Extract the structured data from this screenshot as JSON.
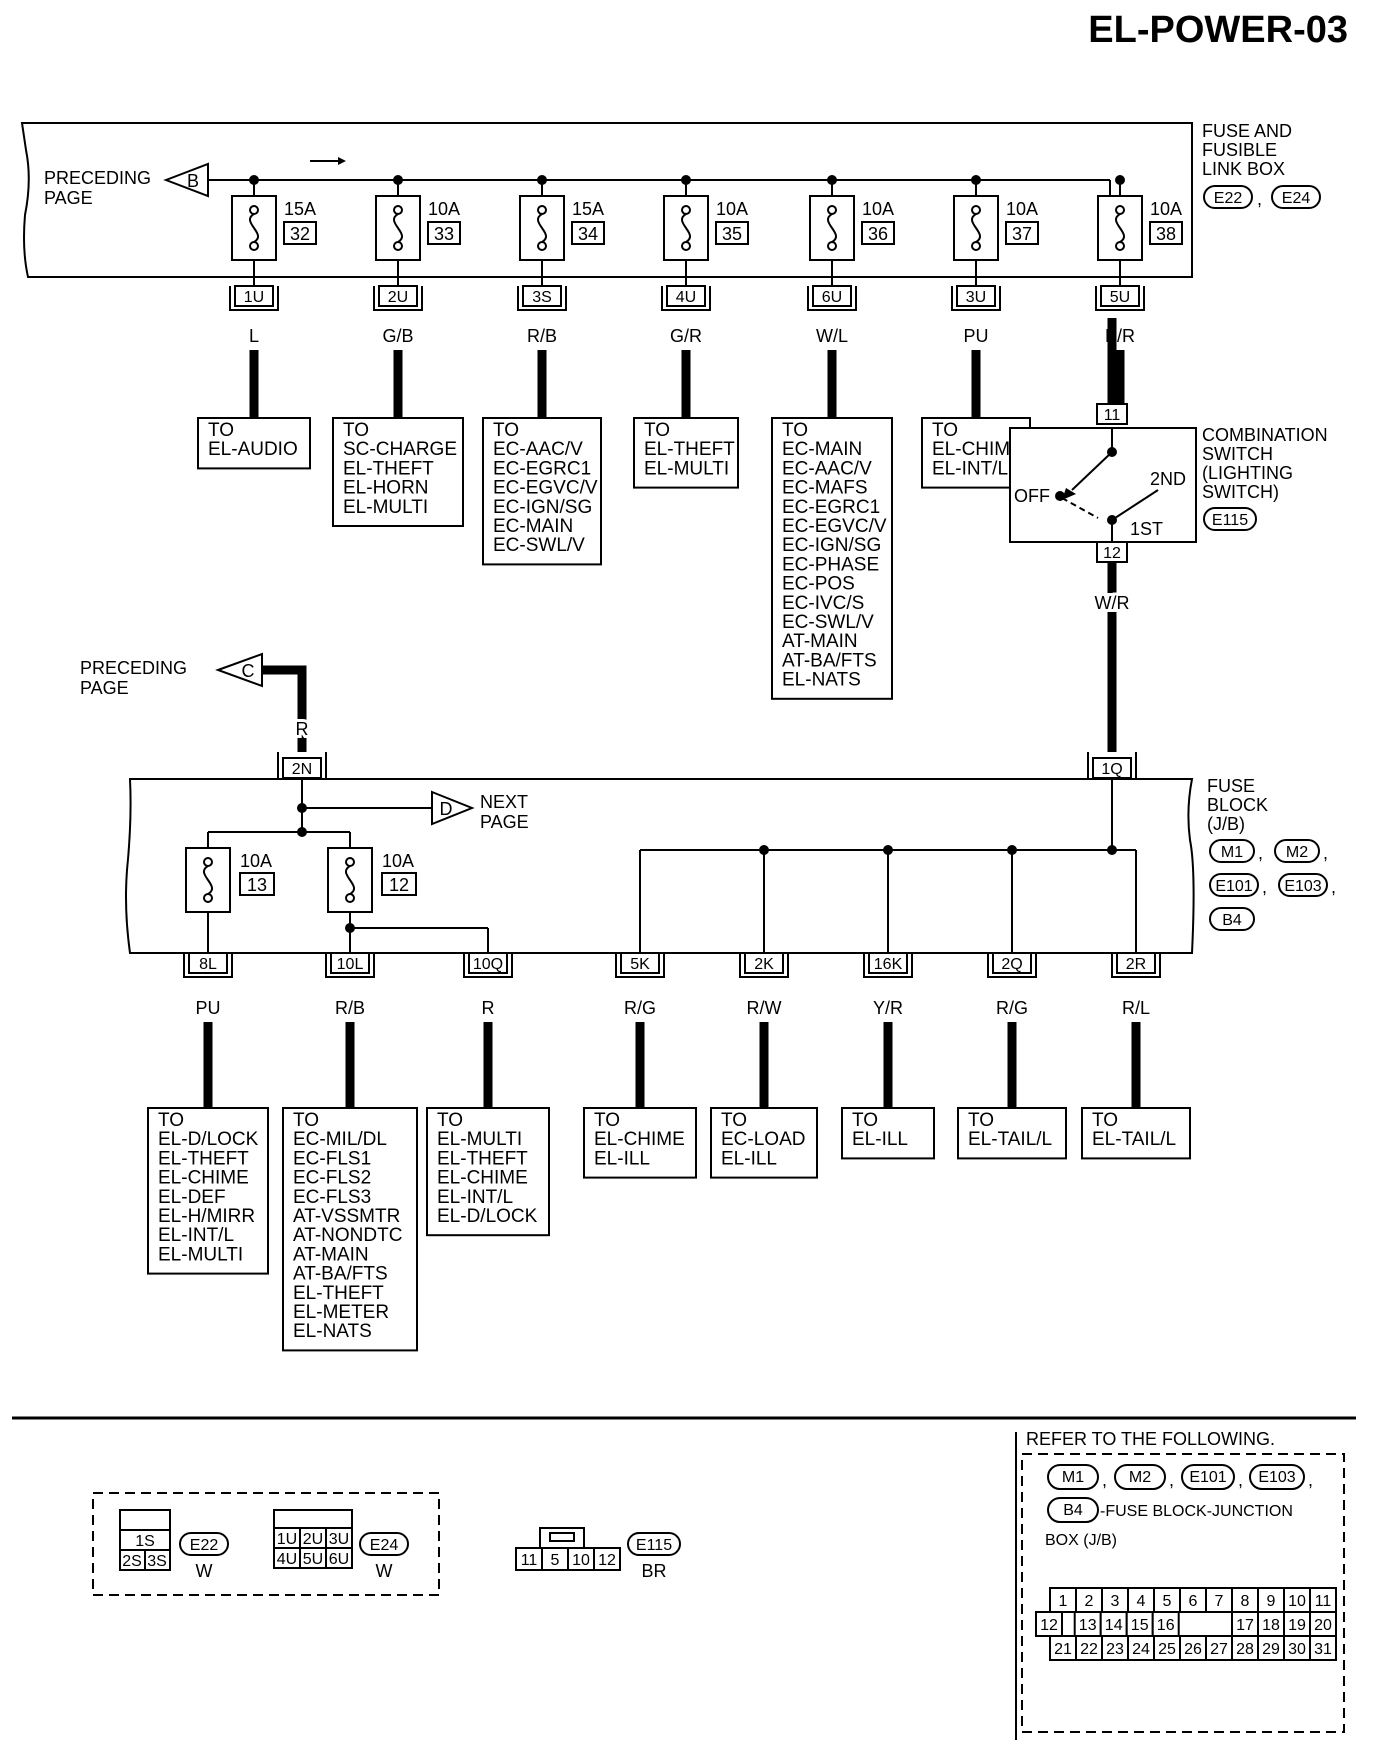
{
  "page_code": "EL-POWER-03",
  "fuse_link_box": {
    "label_lines": [
      "FUSE AND",
      "FUSIBLE",
      "LINK BOX"
    ],
    "connectors": [
      "E22",
      "E24"
    ],
    "preceding": [
      "PRECEDING",
      "PAGE"
    ],
    "preceding_marker": "B",
    "fuses": [
      {
        "amp": "15A",
        "num": "32",
        "conn": "1U",
        "wire": "L",
        "dest": [
          "TO",
          "EL-AUDIO"
        ]
      },
      {
        "amp": "10A",
        "num": "33",
        "conn": "2U",
        "wire": "G/B",
        "dest": [
          "TO",
          "SC-CHARGE",
          "EL-THEFT",
          "EL-HORN",
          "EL-MULTI"
        ]
      },
      {
        "amp": "15A",
        "num": "34",
        "conn": "3S",
        "wire": "R/B",
        "dest": [
          "TO",
          "EC-AAC/V",
          "EC-EGRC1",
          "EC-EGVC/V",
          "EC-IGN/SG",
          "EC-MAIN",
          "EC-SWL/V"
        ]
      },
      {
        "amp": "10A",
        "num": "35",
        "conn": "4U",
        "wire": "G/R",
        "dest": [
          "TO",
          "EL-THEFT",
          "EL-MULTI"
        ]
      },
      {
        "amp": "10A",
        "num": "36",
        "conn": "6U",
        "wire": "W/L",
        "dest": [
          "TO",
          "EC-MAIN",
          "EC-AAC/V",
          "EC-MAFS",
          "EC-EGRC1",
          "EC-EGVC/V",
          "EC-IGN/SG",
          "EC-PHASE",
          "EC-POS",
          "EC-IVC/S",
          "EC-SWL/V",
          "AT-MAIN",
          "AT-BA/FTS",
          "EL-NATS"
        ]
      },
      {
        "amp": "10A",
        "num": "37",
        "conn": "3U",
        "wire": "PU",
        "dest": [
          "TO",
          "EL-CHIME",
          "EL-INT/L"
        ]
      },
      {
        "amp": "10A",
        "num": "38",
        "conn": "5U",
        "wire": "B/R",
        "dest": []
      }
    ]
  },
  "combination_switch": {
    "label_lines": [
      "COMBINATION",
      "SWITCH",
      "(LIGHTING",
      "SWITCH)"
    ],
    "connector": "E115",
    "pin_top": "11",
    "pin_bottom": "12",
    "pos_off": "OFF",
    "pos_1st": "1ST",
    "pos_2nd": "2ND",
    "wire_out": "W/R"
  },
  "fuse_block": {
    "label_lines": [
      "FUSE",
      "BLOCK",
      "(J/B)"
    ],
    "connectors": [
      "M1",
      "M2",
      "E101",
      "E103",
      "B4"
    ],
    "preceding": [
      "PRECEDING",
      "PAGE"
    ],
    "preceding_marker": "C",
    "input_wire": "R",
    "input_conn": "2N",
    "switch_conn": "1Q",
    "next": [
      "NEXT",
      "PAGE"
    ],
    "next_marker": "D",
    "fuses": [
      {
        "amp": "10A",
        "num": "13"
      },
      {
        "amp": "10A",
        "num": "12"
      }
    ],
    "outputs": [
      {
        "conn": "8L",
        "wire": "PU",
        "dest": [
          "TO",
          "EL-D/LOCK",
          "EL-THEFT",
          "EL-CHIME",
          "EL-DEF",
          "EL-H/MIRR",
          "EL-INT/L",
          "EL-MULTI"
        ]
      },
      {
        "conn": "10L",
        "wire": "R/B",
        "dest": [
          "TO",
          "EC-MIL/DL",
          "EC-FLS1",
          "EC-FLS2",
          "EC-FLS3",
          "AT-VSSMTR",
          "AT-NONDTC",
          "AT-MAIN",
          "AT-BA/FTS",
          "EL-THEFT",
          "EL-METER",
          "EL-NATS"
        ]
      },
      {
        "conn": "10Q",
        "wire": "R",
        "dest": [
          "TO",
          "EL-MULTI",
          "EL-THEFT",
          "EL-CHIME",
          "EL-INT/L",
          "EL-D/LOCK"
        ]
      },
      {
        "conn": "5K",
        "wire": "R/G",
        "dest": [
          "TO",
          "EL-CHIME",
          "EL-ILL"
        ]
      },
      {
        "conn": "2K",
        "wire": "R/W",
        "dest": [
          "TO",
          "EC-LOAD",
          "EL-ILL"
        ]
      },
      {
        "conn": "16K",
        "wire": "Y/R",
        "dest": [
          "TO",
          "EL-ILL"
        ]
      },
      {
        "conn": "2Q",
        "wire": "R/G",
        "dest": [
          "TO",
          "EL-TAIL/L"
        ]
      },
      {
        "conn": "2R",
        "wire": "R/L",
        "dest": [
          "TO",
          "EL-TAIL/L"
        ]
      }
    ]
  },
  "connector_views": {
    "e22": {
      "top": "1S",
      "bottom": [
        "2S",
        "3S"
      ],
      "name": "E22",
      "color": "W"
    },
    "e24": {
      "top": [
        "1U",
        "2U",
        "3U"
      ],
      "bottom": [
        "4U",
        "5U",
        "6U"
      ],
      "name": "E24",
      "color": "W"
    },
    "e115": {
      "pins": [
        "11",
        "5",
        "10",
        "12"
      ],
      "name": "E115",
      "color": "BR"
    }
  },
  "refer": {
    "title": "REFER TO THE FOLLOWING.",
    "connectors": [
      "M1",
      "M2",
      "E101",
      "E103"
    ],
    "b4": "B4",
    "desc1": "-FUSE BLOCK-JUNCTION",
    "desc2": "BOX (J/B)",
    "row1": [
      "1",
      "2",
      "3",
      "4",
      "5",
      "6",
      "7",
      "8",
      "9",
      "10",
      "11"
    ],
    "row2": [
      "12",
      "13",
      "14",
      "15",
      "16",
      "17",
      "18",
      "19",
      "20"
    ],
    "row3": [
      "21",
      "22",
      "23",
      "24",
      "25",
      "26",
      "27",
      "28",
      "29",
      "30",
      "31"
    ]
  }
}
